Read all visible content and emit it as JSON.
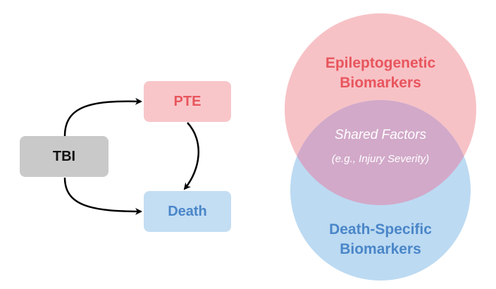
{
  "flow": {
    "nodes": {
      "tbi": {
        "label": "TBI",
        "fill": "#c9c9c9",
        "text_color": "#111111"
      },
      "pte": {
        "label": "PTE",
        "fill": "#f8c6c9",
        "text_color": "#e8555d"
      },
      "death": {
        "label": "Death",
        "fill": "#c3ddf3",
        "text_color": "#4a86c8"
      }
    },
    "edges": [
      {
        "from": "TBI",
        "to": "PTE"
      },
      {
        "from": "PTE",
        "to": "Death"
      },
      {
        "from": "TBI",
        "to": "Death"
      }
    ],
    "arrow_color": "#000000"
  },
  "venn": {
    "top_circle": {
      "label_line1": "Epileptogenetic",
      "label_line2": "Biomarkers",
      "fill": "#f7c2c6",
      "text_color": "#e8555d"
    },
    "bottom_circle": {
      "label_line1": "Death-Specific",
      "label_line2": "Biomarkers",
      "fill": "#bcdaf2",
      "text_color": "#4a86c8"
    },
    "overlap": {
      "title": "Shared Factors",
      "subtitle": "(e.g., Injury Severity)",
      "fill": "#d2a9c9",
      "text_color": "#ffffff"
    }
  }
}
